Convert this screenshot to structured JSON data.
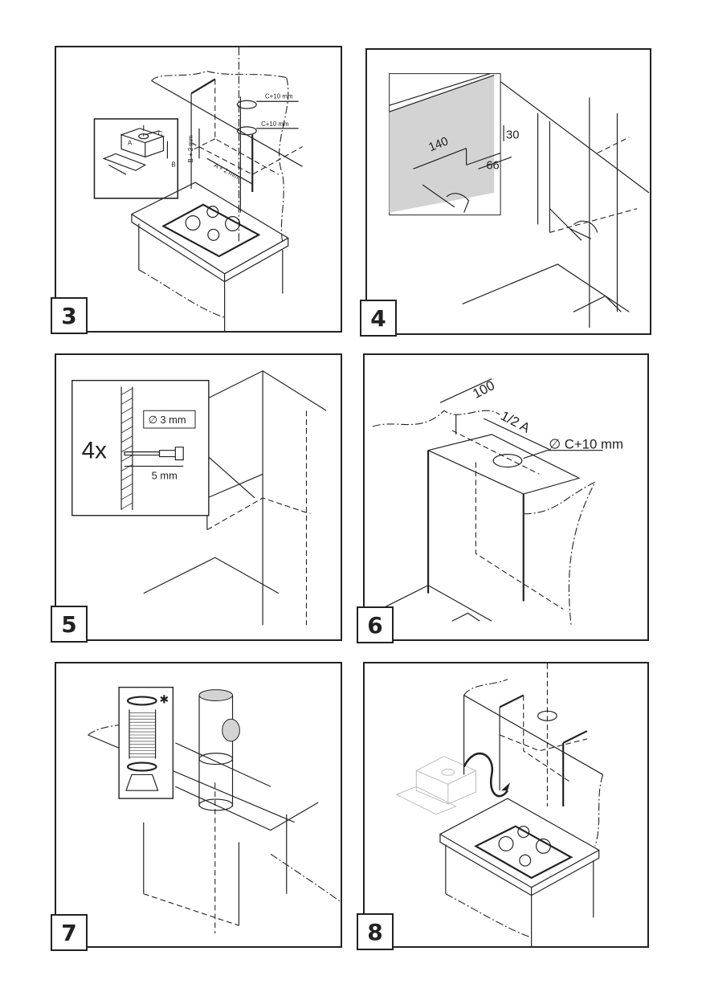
{
  "steps": [
    {
      "number": "3",
      "labels": {
        "hole_top": "C+10 mm",
        "hole_bottom": "C+10 mm",
        "height": "B + 2 mm",
        "width": "A + 2 mm",
        "inset_c": "C",
        "inset_a": "A",
        "inset_b": "B"
      }
    },
    {
      "number": "4",
      "labels": {
        "dim_140": "140",
        "dim_30": "30",
        "dim_66": "66"
      }
    },
    {
      "number": "5",
      "labels": {
        "count": "4x",
        "drill_diameter": "∅ 3 mm",
        "depth": "5 mm"
      }
    },
    {
      "number": "6",
      "labels": {
        "dim_100": "100",
        "half_a": "1/2 A",
        "hole": "∅ C+10 mm"
      }
    },
    {
      "number": "7",
      "labels": {
        "note_marker": "✱"
      }
    },
    {
      "number": "8",
      "labels": {}
    }
  ],
  "colors": {
    "line": "#222222",
    "shade": "#d3d3d3"
  }
}
